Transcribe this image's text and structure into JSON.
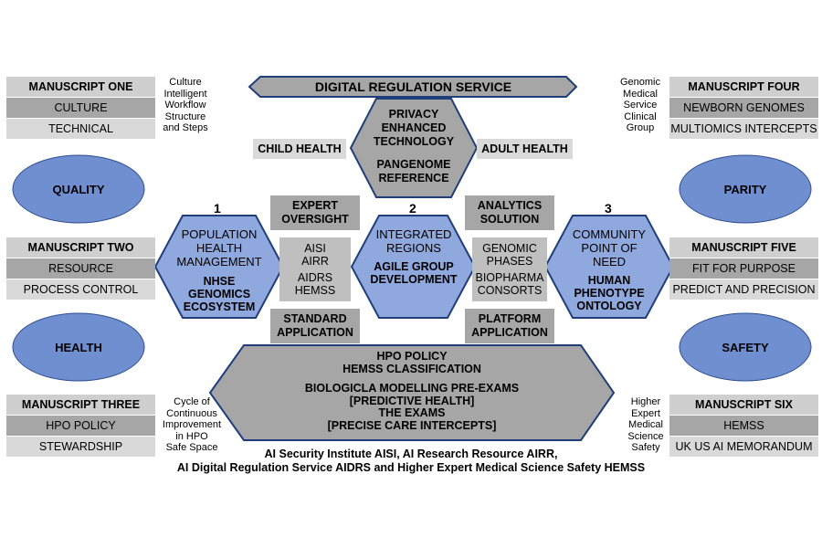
{
  "top_banner": "DIGITAL REGULATION SERVICE",
  "top_hexagon": {
    "title": "PRIVACY ENHANCED TECHNOLOGY",
    "subtitle": "PANGENOME REFERENCE"
  },
  "side_labels": {
    "left": "CHILD HEALTH",
    "right": "ADULT HEALTH"
  },
  "manuscripts": [
    {
      "title": "MANUSCRIPT ONE",
      "items": [
        "CULTURE",
        "TECHNICAL"
      ]
    },
    {
      "title": "MANUSCRIPT TWO",
      "items": [
        "RESOURCE",
        "PROCESS CONTROL"
      ]
    },
    {
      "title": "MANUSCRIPT THREE",
      "items": [
        "HPO POLICY",
        "STEWARDSHIP"
      ]
    },
    {
      "title": "MANUSCRIPT FOUR",
      "items": [
        "NEWBORN GENOMES",
        "MULTIOMICS INTERCEPTS"
      ]
    },
    {
      "title": "MANUSCRIPT FIVE",
      "items": [
        "FIT FOR PURPOSE",
        "PREDICT AND PRECISION"
      ]
    },
    {
      "title": "MANUSCRIPT SIX",
      "items": [
        "HEMSS",
        "UK US AI MEMORANDUM"
      ]
    }
  ],
  "notes": {
    "top_left": [
      "Culture",
      "Intelligent",
      "Workflow",
      "Structure",
      "and Steps"
    ],
    "top_right": [
      "Genomic",
      "Medical",
      "Service",
      "Clinical",
      "Group"
    ],
    "bottom_left": [
      "Cycle of",
      "Continuous",
      "Improvement",
      "in HPO",
      "Safe Space"
    ],
    "bottom_right": [
      "Higher",
      "Expert",
      "Medical",
      "Science",
      "Safety"
    ]
  },
  "ellipses": {
    "quality": "QUALITY",
    "parity": "PARITY",
    "health": "HEALTH",
    "safety": "SAFETY"
  },
  "numbers": [
    "1",
    "2",
    "3"
  ],
  "hexagons": [
    {
      "top": "POPULATION HEALTH MANAGEMENT",
      "bottom": "NHSE GENOMICS ECOSYSTEM"
    },
    {
      "top": "INTEGRATED REGIONS",
      "bottom": "AGILE GROUP DEVELOPMENT"
    },
    {
      "top": "COMMUNITY POINT OF NEED",
      "bottom": "HUMAN PHENOTYPE ONTOLOGY"
    }
  ],
  "mid_boxes": {
    "expert_oversight": "EXPERT OVERSIGHT",
    "analytics_solution": "ANALYTICS SOLUTION",
    "standard_application": "STANDARD APPLICATION",
    "platform_application": "PLATFORM APPLICATION",
    "left_acronyms": [
      "AISI",
      "AIRR",
      "AIDRS",
      "HEMSS"
    ],
    "right_terms": [
      "GENOMIC",
      "PHASES",
      "BIOPHARMA",
      "CONSORTS"
    ]
  },
  "bottom_hexagon": {
    "line1": "HPO POLICY",
    "line2": "HEMSS CLASSIFICATION",
    "line3": "BIOLOGICLA MODELLING PRE-EXAMS",
    "line4": "[PREDICTIVE HEALTH]",
    "line5": "THE EXAMS",
    "line6": "[PRECISE CARE INTERCEPTS]"
  },
  "footer": [
    "AI Security Institute AISI, AI Research Resource AIRR,",
    "AI Digital Regulation Service AIDRS and Higher Expert Medical Science Safety HEMSS"
  ],
  "colors": {
    "gray_dark": "#a6a6a6",
    "gray_light": "#d9d9d9",
    "blue_fill": "#7b97d2",
    "blue_light": "#98afe0",
    "blue_stroke": "#1f3e7a",
    "gray_hex": "#a6a6a6"
  }
}
